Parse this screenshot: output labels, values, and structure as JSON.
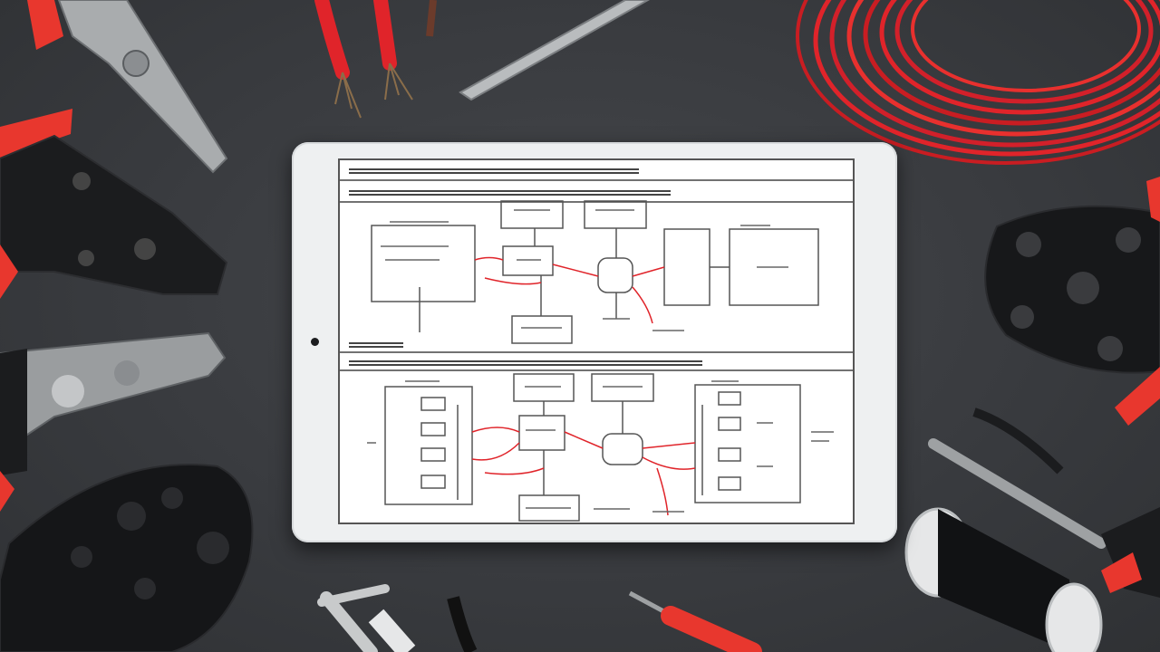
{
  "scene": {
    "description_hidden": "",
    "colors": {
      "table": "#3a3c40",
      "tablet_body": "#eef0f1",
      "screen": "#ffffff",
      "wire_red": "#e0242a",
      "tool_black": "#1b1c1e",
      "tool_metal": "#a9acae",
      "grip_red": "#e8372e"
    },
    "objects": [
      {
        "name": "tablet-device",
        "icon": "tablet-icon"
      },
      {
        "name": "wiring-diagram",
        "icon": "schematic-icon"
      },
      {
        "name": "red-wire-spool",
        "icon": "wire-coil-icon"
      },
      {
        "name": "black-wire-spool",
        "icon": "spool-icon"
      },
      {
        "name": "needle-nose-pliers",
        "icon": "pliers-icon"
      },
      {
        "name": "crimping-tools",
        "icon": "crimper-icon"
      },
      {
        "name": "wire-strippers",
        "icon": "stripper-icon"
      }
    ]
  }
}
